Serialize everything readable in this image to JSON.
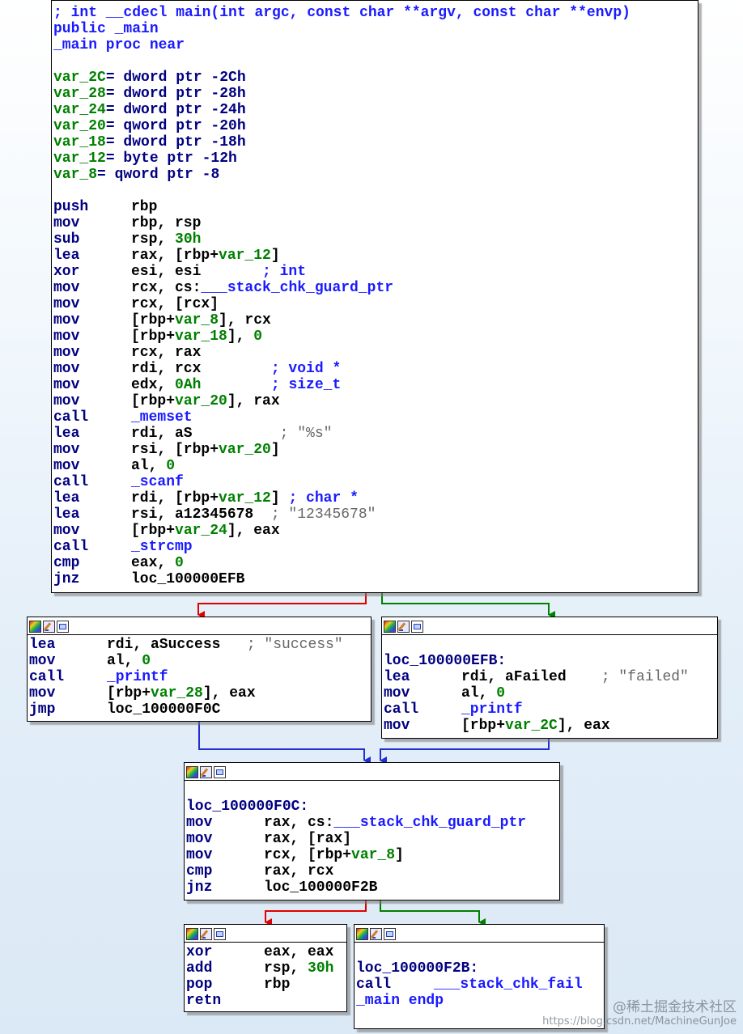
{
  "main_block": {
    "header": [
      "; int __cdecl main(int argc, const char **argv, const char **envp)",
      "public _main",
      "_main proc near"
    ],
    "vars": [
      {
        "name": "var_2C",
        "def": "= dword ptr -2Ch"
      },
      {
        "name": "var_28",
        "def": "= dword ptr -28h"
      },
      {
        "name": "var_24",
        "def": "= dword ptr -24h"
      },
      {
        "name": "var_20",
        "def": "= qword ptr -20h"
      },
      {
        "name": "var_18",
        "def": "= dword ptr -18h"
      },
      {
        "name": "var_12",
        "def": "= byte ptr -12h"
      },
      {
        "name": "var_8",
        "def": "= qword ptr -8"
      }
    ],
    "instructions": [
      [
        {
          "t": "push",
          "c": "m"
        },
        {
          "t": "rbp"
        }
      ],
      [
        {
          "t": "mov",
          "c": "m"
        },
        {
          "t": "rbp, rsp"
        }
      ],
      [
        {
          "t": "sub",
          "c": "m"
        },
        {
          "t": "rsp, "
        },
        {
          "t": "30h",
          "c": "g"
        }
      ],
      [
        {
          "t": "lea",
          "c": "m"
        },
        {
          "t": "rax, [rbp+"
        },
        {
          "t": "var_12",
          "c": "g"
        },
        {
          "t": "]"
        }
      ],
      [
        {
          "t": "xor",
          "c": "m"
        },
        {
          "t": "esi, esi       "
        },
        {
          "t": "; int",
          "c": "b"
        }
      ],
      [
        {
          "t": "mov",
          "c": "m"
        },
        {
          "t": "rcx, cs:"
        },
        {
          "t": "___stack_chk_guard_ptr",
          "c": "b"
        }
      ],
      [
        {
          "t": "mov",
          "c": "m"
        },
        {
          "t": "rcx, [rcx]"
        }
      ],
      [
        {
          "t": "mov",
          "c": "m"
        },
        {
          "t": "[rbp+"
        },
        {
          "t": "var_8",
          "c": "g"
        },
        {
          "t": "], rcx"
        }
      ],
      [
        {
          "t": "mov",
          "c": "m"
        },
        {
          "t": "[rbp+"
        },
        {
          "t": "var_18",
          "c": "g"
        },
        {
          "t": "], "
        },
        {
          "t": "0",
          "c": "g"
        }
      ],
      [
        {
          "t": "mov",
          "c": "m"
        },
        {
          "t": "rcx, rax"
        }
      ],
      [
        {
          "t": "mov",
          "c": "m"
        },
        {
          "t": "rdi, rcx        "
        },
        {
          "t": "; void *",
          "c": "b"
        }
      ],
      [
        {
          "t": "mov",
          "c": "m"
        },
        {
          "t": "edx, "
        },
        {
          "t": "0Ah",
          "c": "g"
        },
        {
          "t": "        "
        },
        {
          "t": "; size_t",
          "c": "b"
        }
      ],
      [
        {
          "t": "mov",
          "c": "m"
        },
        {
          "t": "[rbp+"
        },
        {
          "t": "var_20",
          "c": "g"
        },
        {
          "t": "], rax"
        }
      ],
      [
        {
          "t": "call",
          "c": "m"
        },
        {
          "t": "_memset",
          "c": "b"
        }
      ],
      [
        {
          "t": "lea",
          "c": "m"
        },
        {
          "t": "rdi, aS          "
        },
        {
          "t": "; \"%s\"",
          "c": "r"
        }
      ],
      [
        {
          "t": "mov",
          "c": "m"
        },
        {
          "t": "rsi, [rbp+"
        },
        {
          "t": "var_20",
          "c": "g"
        },
        {
          "t": "]"
        }
      ],
      [
        {
          "t": "mov",
          "c": "m"
        },
        {
          "t": "al, "
        },
        {
          "t": "0",
          "c": "g"
        }
      ],
      [
        {
          "t": "call",
          "c": "m"
        },
        {
          "t": "_scanf",
          "c": "b"
        }
      ],
      [
        {
          "t": "lea",
          "c": "m"
        },
        {
          "t": "rdi, [rbp+"
        },
        {
          "t": "var_12",
          "c": "g"
        },
        {
          "t": "] "
        },
        {
          "t": "; char *",
          "c": "b"
        }
      ],
      [
        {
          "t": "lea",
          "c": "m"
        },
        {
          "t": "rsi, a12345678  "
        },
        {
          "t": "; \"12345678\"",
          "c": "r"
        }
      ],
      [
        {
          "t": "mov",
          "c": "m"
        },
        {
          "t": "[rbp+"
        },
        {
          "t": "var_24",
          "c": "g"
        },
        {
          "t": "], eax"
        }
      ],
      [
        {
          "t": "call",
          "c": "m"
        },
        {
          "t": "_strcmp",
          "c": "b"
        }
      ],
      [
        {
          "t": "cmp",
          "c": "m"
        },
        {
          "t": "eax, "
        },
        {
          "t": "0",
          "c": "g"
        }
      ],
      [
        {
          "t": "jnz",
          "c": "m"
        },
        {
          "t": "loc_100000EFB"
        }
      ]
    ]
  },
  "success_block": {
    "mnem_width": 96,
    "lines": [
      [
        {
          "t": "lea",
          "c": "m"
        },
        {
          "t": "rdi, aSuccess   "
        },
        {
          "t": "; \"success\"",
          "c": "r"
        }
      ],
      [
        {
          "t": "mov",
          "c": "m"
        },
        {
          "t": "al, "
        },
        {
          "t": "0",
          "c": "g"
        }
      ],
      [
        {
          "t": "call",
          "c": "m"
        },
        {
          "t": "_printf",
          "c": "b"
        }
      ],
      [
        {
          "t": "mov",
          "c": "m"
        },
        {
          "t": "[rbp+"
        },
        {
          "t": "var_28",
          "c": "g"
        },
        {
          "t": "], eax"
        }
      ],
      [
        {
          "t": "jmp",
          "c": "m"
        },
        {
          "t": "loc_100000F0C"
        }
      ]
    ]
  },
  "failed_block": {
    "label": "loc_100000EFB:",
    "lines": [
      [
        {
          "t": "lea",
          "c": "m"
        },
        {
          "t": "rdi, aFailed    "
        },
        {
          "t": "; \"failed\"",
          "c": "r"
        }
      ],
      [
        {
          "t": "mov",
          "c": "m"
        },
        {
          "t": "al, "
        },
        {
          "t": "0",
          "c": "g"
        }
      ],
      [
        {
          "t": "call",
          "c": "m"
        },
        {
          "t": "_printf",
          "c": "b"
        }
      ],
      [
        {
          "t": "mov",
          "c": "m"
        },
        {
          "t": "[rbp+"
        },
        {
          "t": "var_2C",
          "c": "g"
        },
        {
          "t": "], eax"
        }
      ]
    ]
  },
  "check_block": {
    "label": "loc_100000F0C:",
    "lines": [
      [
        {
          "t": "mov",
          "c": "m"
        },
        {
          "t": "rax, cs:"
        },
        {
          "t": "___stack_chk_guard_ptr",
          "c": "b"
        }
      ],
      [
        {
          "t": "mov",
          "c": "m"
        },
        {
          "t": "rax, [rax]"
        }
      ],
      [
        {
          "t": "mov",
          "c": "m"
        },
        {
          "t": "rcx, [rbp+"
        },
        {
          "t": "var_8",
          "c": "g"
        },
        {
          "t": "]"
        }
      ],
      [
        {
          "t": "cmp",
          "c": "m"
        },
        {
          "t": "rax, rcx"
        }
      ],
      [
        {
          "t": "jnz",
          "c": "m"
        },
        {
          "t": "loc_100000F2B"
        }
      ]
    ]
  },
  "return_block": {
    "lines": [
      [
        {
          "t": "xor",
          "c": "m"
        },
        {
          "t": "eax, eax"
        }
      ],
      [
        {
          "t": "add",
          "c": "m"
        },
        {
          "t": "rsp, "
        },
        {
          "t": "30h",
          "c": "g"
        }
      ],
      [
        {
          "t": "pop",
          "c": "m"
        },
        {
          "t": "rbp"
        }
      ],
      [
        {
          "t": "retn",
          "c": "m"
        }
      ]
    ]
  },
  "fail_chk_block": {
    "label": "loc_100000F2B:",
    "lines": [
      [
        {
          "t": "call",
          "c": "m"
        },
        {
          "t": "___stack_chk_fail",
          "c": "b"
        }
      ]
    ],
    "footer": "_main endp"
  },
  "watermark": {
    "main": "@稀土掘金技术社区",
    "sub": "https://blog.csdn.net/MachineGunJoe"
  },
  "colors": {
    "mnemonic": "#000080",
    "name_ref": "#1a1aff",
    "number": "#008000",
    "string_comment": "#666666",
    "edge_true": "#008000",
    "edge_false": "#e00000",
    "edge_jump": "#2030d0"
  }
}
